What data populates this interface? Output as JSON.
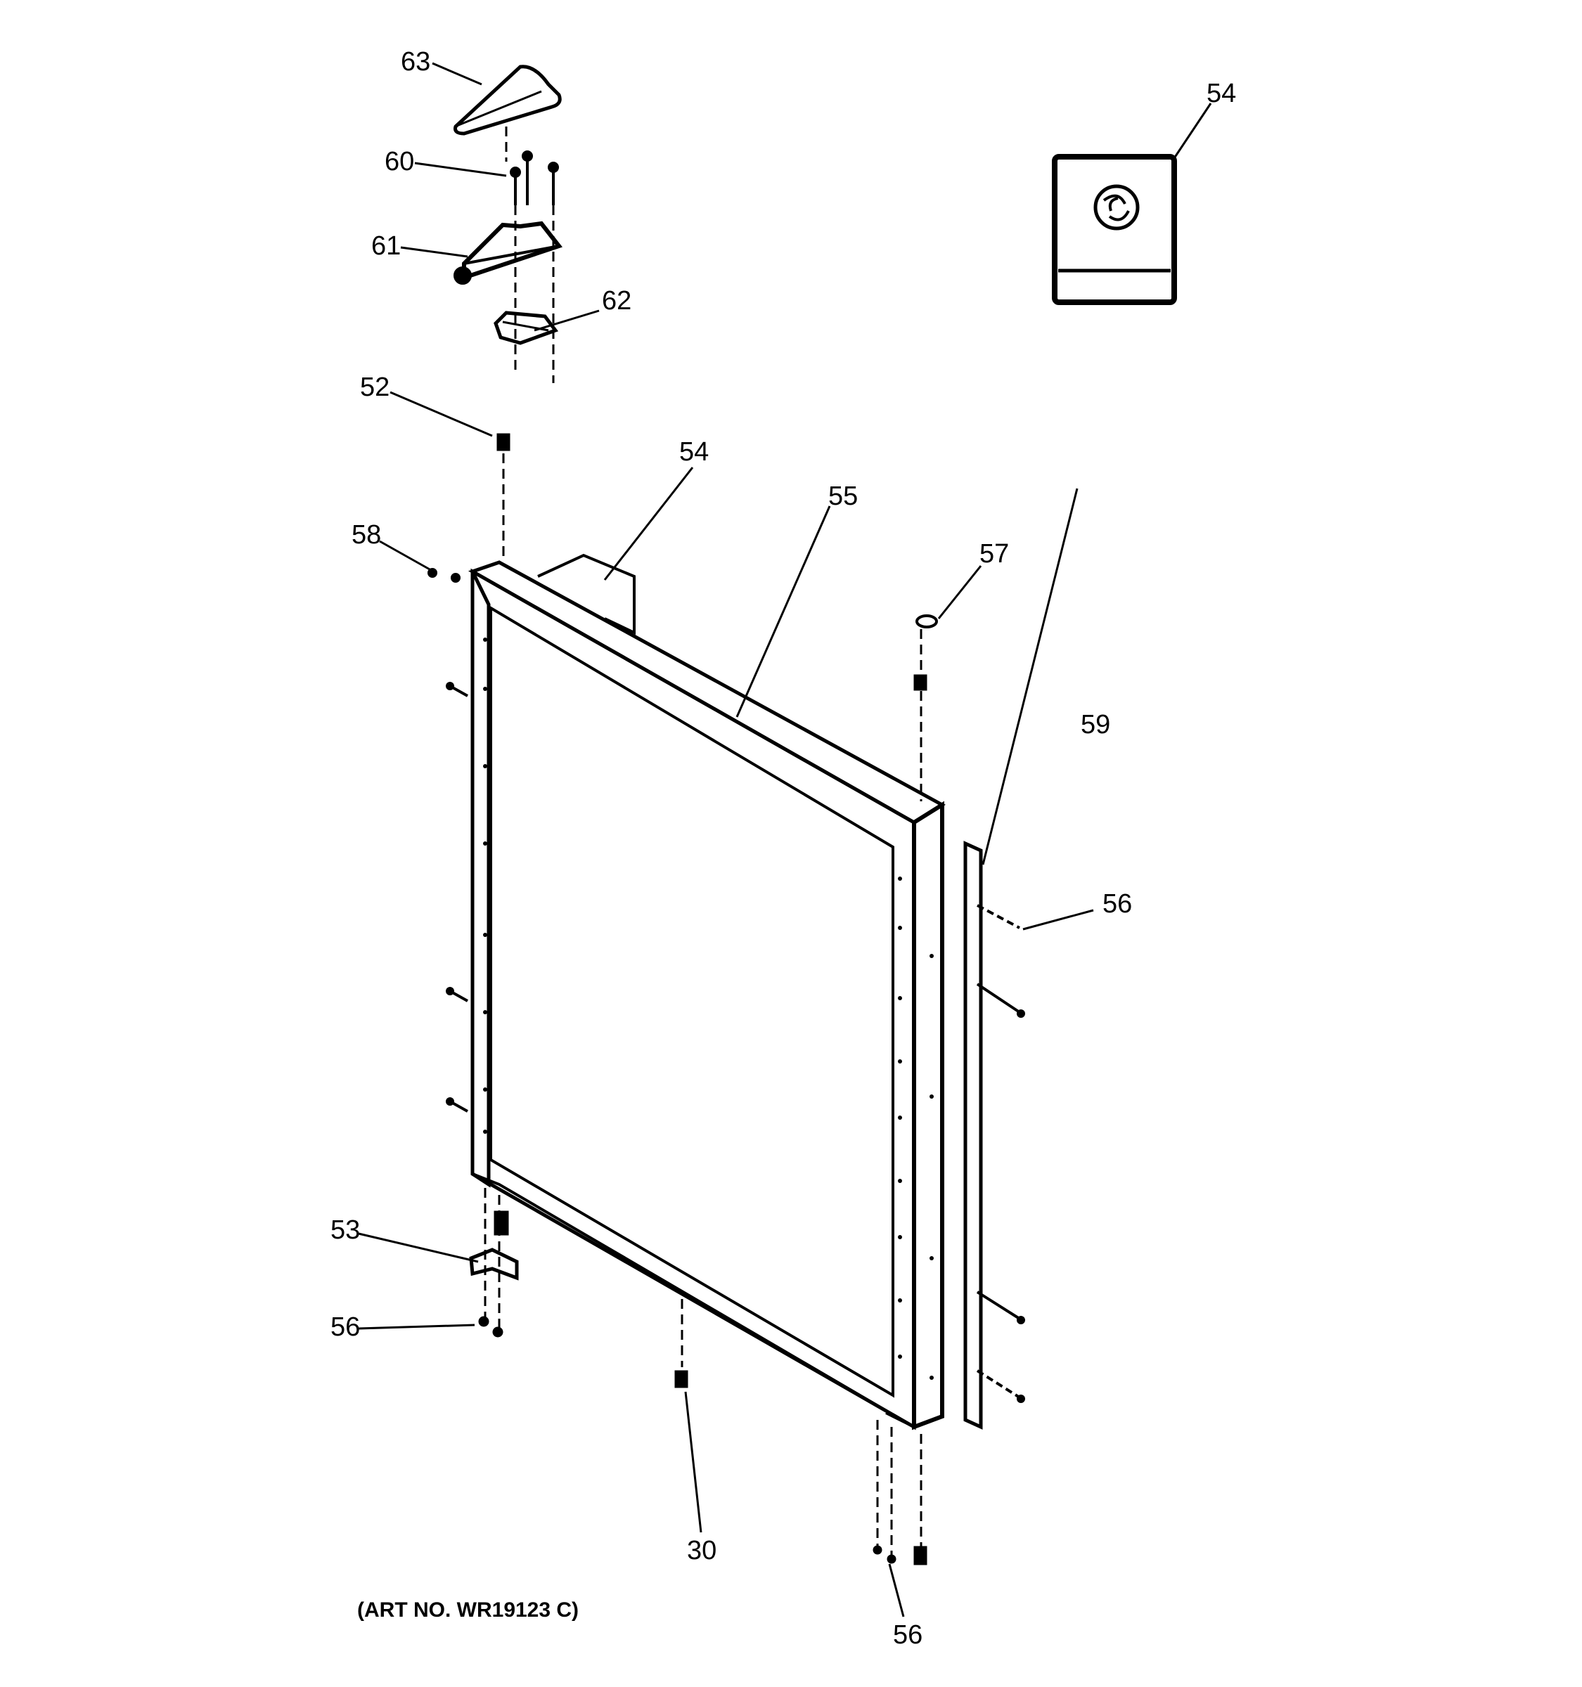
{
  "callouts": [
    {
      "id": "c63",
      "label": "63"
    },
    {
      "id": "c60",
      "label": "60"
    },
    {
      "id": "c61",
      "label": "61"
    },
    {
      "id": "c62",
      "label": "62"
    },
    {
      "id": "c52",
      "label": "52"
    },
    {
      "id": "c58",
      "label": "58"
    },
    {
      "id": "c54a",
      "label": "54"
    },
    {
      "id": "c54b",
      "label": "54"
    },
    {
      "id": "c55",
      "label": "55"
    },
    {
      "id": "c57",
      "label": "57"
    },
    {
      "id": "c59",
      "label": "59"
    },
    {
      "id": "c56a",
      "label": "56"
    },
    {
      "id": "c53",
      "label": "53"
    },
    {
      "id": "c56b",
      "label": "56"
    },
    {
      "id": "c30",
      "label": "30"
    },
    {
      "id": "c56c",
      "label": "56"
    }
  ],
  "art_number": "(ART NO. WR19123 C)",
  "colors": {
    "line": "#000000",
    "background": "#ffffff"
  }
}
